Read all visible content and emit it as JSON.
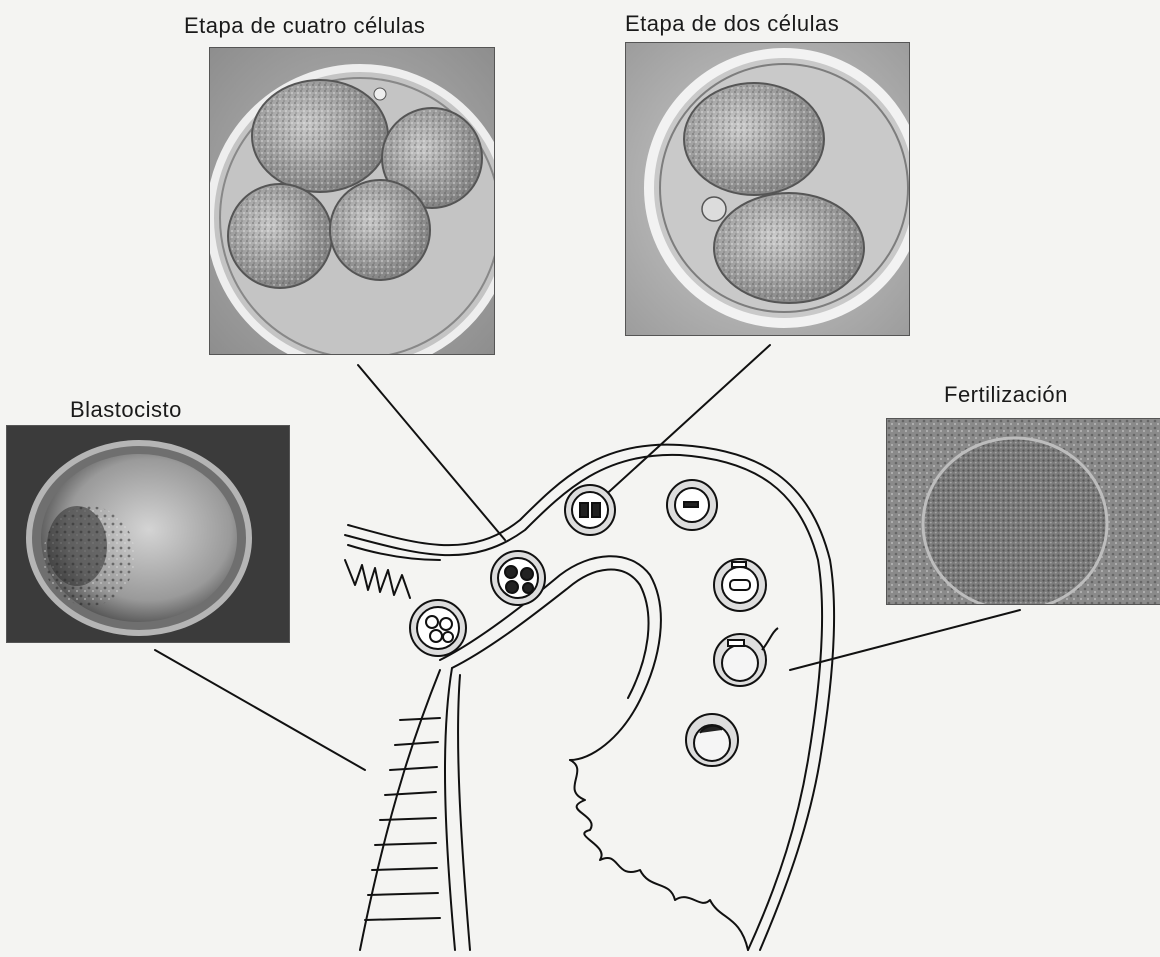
{
  "labels": {
    "four_cell": "Etapa de cuatro células",
    "two_cell": "Etapa de dos células",
    "blastocyst": "Blastocisto",
    "fertilization": "Fertilización"
  }
}
